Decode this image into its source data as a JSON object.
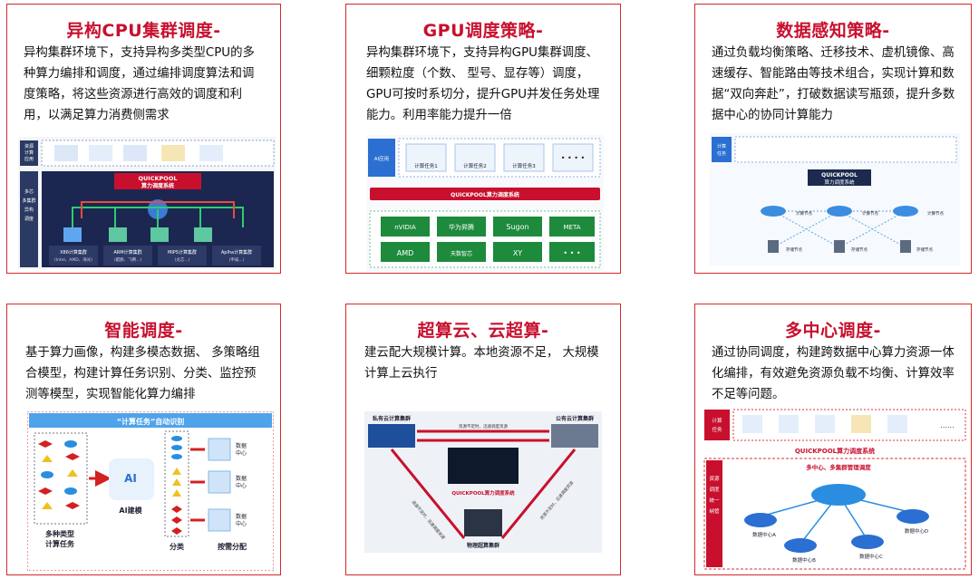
{
  "colors": {
    "title": "#c8102e",
    "border": "#d32a2a",
    "navy": "#1b2a4e",
    "blue": "#3b7ad9",
    "green": "#15a34a",
    "red": "#d42020"
  },
  "cards": [
    {
      "title": "异构CPU集群调度-",
      "desc": "异构集群环境下，支持异构多类型CPU的多种算力编排和调度，通过编排调度算法和调度策略，将这些资源进行高效的调度和利用，以满足算力消费侧需求",
      "fig": {
        "top_label": "资源\n计算\n应用",
        "side_label": "多芯+多集群异构调度",
        "system": "QUICKPOOL\n算力调度系统",
        "clusters": [
          {
            "name": "X86计算集群",
            "sub": "(Intel、AMD、海光)"
          },
          {
            "name": "ARM计算集群",
            "sub": "(鲲鹏、飞腾...)"
          },
          {
            "name": "MIPS计算集群",
            "sub": "(龙芯...)"
          },
          {
            "name": "Aplha计算集群",
            "sub": "(申威...)"
          }
        ]
      }
    },
    {
      "title": "GPU调度策略-",
      "desc": "异构集群环境下，支持异构GPU集群调度、细颗粒度（个数、 型号、显存等）调度，GPU可按时系切分，提升GPU并发任务处理能力。利用率能力提升一倍",
      "fig": {
        "ai_label": "AI应用",
        "tasks": [
          "计算任务1",
          "计算任务2",
          "计算任务3"
        ],
        "more": "• • • •",
        "system": "QUICKPOOL算力调度系统",
        "vendors": [
          "nVIDIA",
          "华为昇腾",
          "Sugon",
          "META",
          "AMD",
          "天数智芯",
          "XY",
          "• • •"
        ]
      }
    },
    {
      "title": "数据感知策略-",
      "desc": "通过负载均衡策略、迁移技术、虚机镜像、高速缓存、智能路由等技术组合，实现计算和数据“双向奔赴”，打破数据读写瓶颈，提升多数据中心的协同计算能力",
      "fig": {
        "left_label": "计算\n任务",
        "system": "QUICKPOOL\n算力调度系统",
        "node_label": "计算节点",
        "store_label": "存储节点"
      }
    },
    {
      "title": "智能调度-",
      "desc": "基于算力画像，构建多模态数据、 多策略组合模型，构建计算任务识别、分类、监控预测等模型，实现智能化算力编排",
      "fig": {
        "banner": "“计算任务”自动识别",
        "ai": "AI",
        "ai_model": "AI建模",
        "tasks_label": "多种类型\n计算任务",
        "classify": "分类",
        "dispatch": "按需分配",
        "dc": "数据\n中心"
      }
    },
    {
      "title": "超算云、云超算-",
      "desc": "建云配大规模计算。本地资源不足， 大规模计算上云执行",
      "fig": {
        "private": "私有云计算集群",
        "public": "公有云计算集群",
        "top_arrow": "资源不足时，迅速调度资源",
        "system": "QUICKPOOL算力调度系统",
        "physical": "物理超算集群",
        "left_arrow": "资源不足时，迅速调度资源",
        "right_arrow": "资源不足时，迅速调度资源"
      }
    },
    {
      "title": "多中心调度-",
      "desc": "通过协同调度，构建跨数据中心算力资源一体化编排，有效避免资源负载不均衡、计算效率不足等问题。",
      "fig": {
        "task_label": "计算\n任务",
        "more": "......",
        "system": "QUICKPOOL算力调度系统",
        "side": "资源调度统一纳管",
        "center": "多中心、多集群管理调度",
        "dcs": [
          "数据中心A",
          "数据中心B",
          "数据中心C",
          "数据中心D"
        ]
      }
    }
  ]
}
